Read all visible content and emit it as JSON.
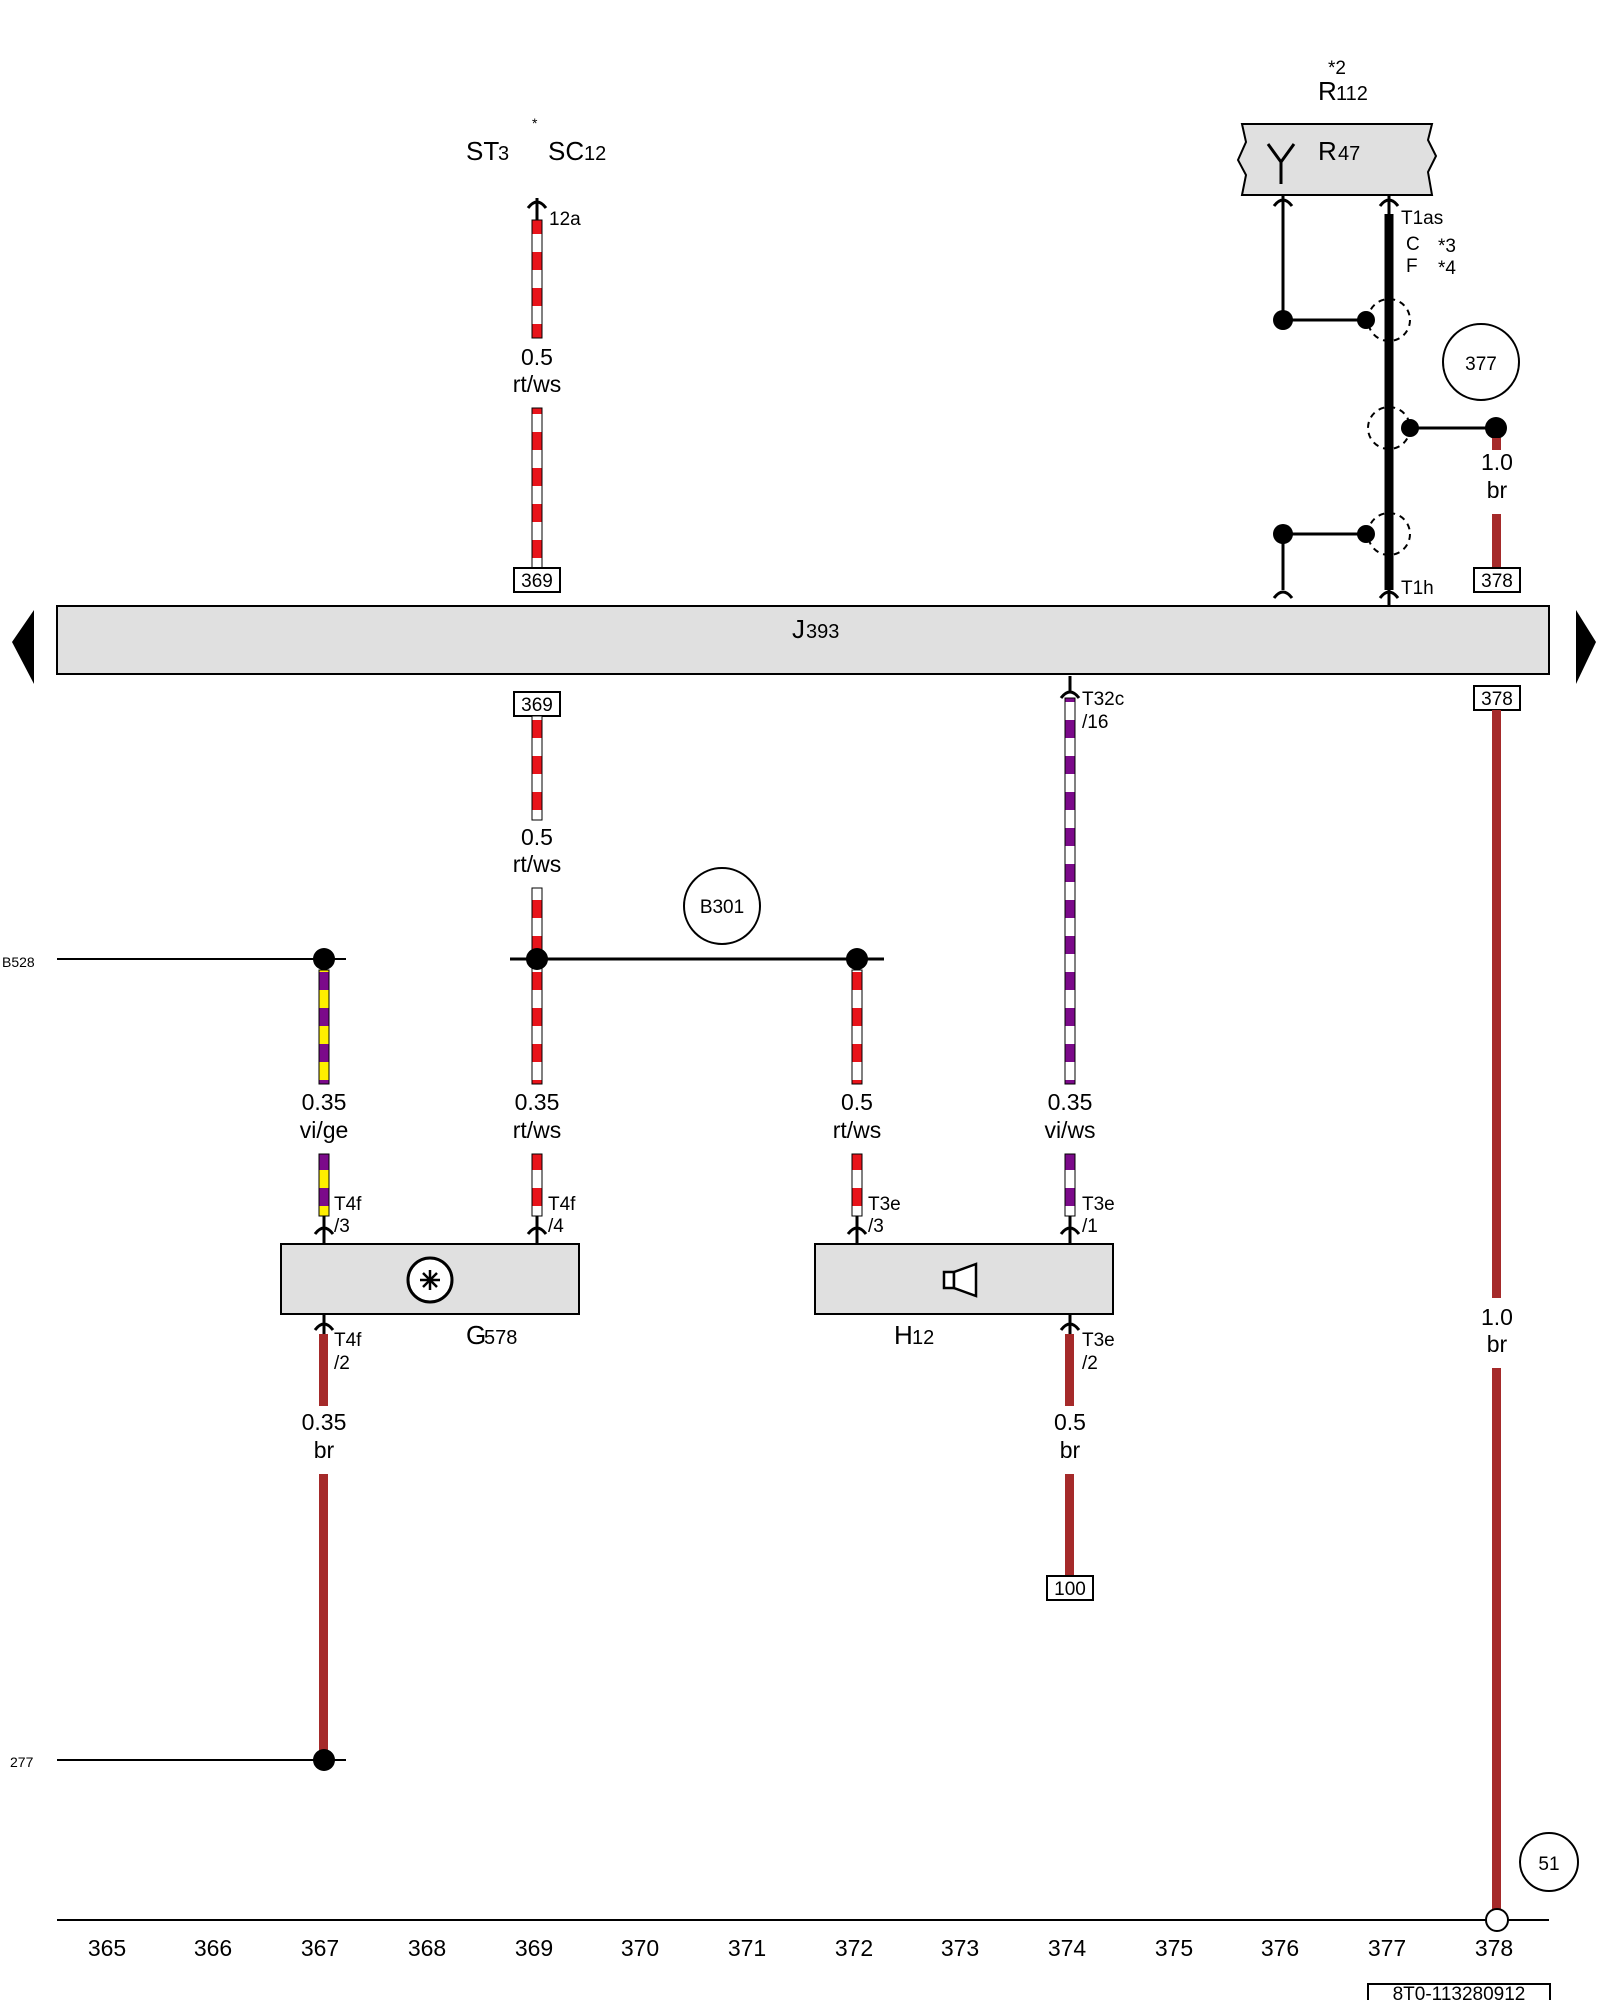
{
  "components": {
    "st3_main": "ST",
    "st3_sub": "3",
    "sc12_star": "*",
    "sc12_main": "SC",
    "sc12_sub": "12",
    "r112_note": "*2",
    "r112_main": "R",
    "r112_sub": "112",
    "r47_main": "R",
    "r47_sub": "47",
    "j393_main": "J",
    "j393_sub": "393",
    "g578_main": "G",
    "g578_sub": "578",
    "h12_main": "H",
    "h12_sub": "12"
  },
  "connectors": {
    "c12a": "12a",
    "t1as": "T1as",
    "c_letter": "C",
    "f_letter": "F",
    "note3": "*3",
    "note4": "*4",
    "t1h": "T1h",
    "t32c": "T32c",
    "t32c_pin": "/16",
    "t4f_a": "T4f",
    "t4f_a_pin": "/3",
    "t4f_b": "T4f",
    "t4f_b_pin": "/4",
    "t4f_c": "T4f",
    "t4f_c_pin": "/2",
    "t3e_a": "T3e",
    "t3e_a_pin": "/3",
    "t3e_b": "T3e",
    "t3e_b_pin": "/1",
    "t3e_c": "T3e",
    "t3e_c_pin": "/2"
  },
  "wires": {
    "w1_size": "0.5",
    "w1_color": "rt/ws",
    "w2_size": "1.0",
    "w2_color": "br",
    "w3_size": "0.5",
    "w3_color": "rt/ws",
    "w4_size": "0.35",
    "w4_color": "vi/ge",
    "w5_size": "0.35",
    "w5_color": "rt/ws",
    "w6_size": "0.5",
    "w6_color": "rt/ws",
    "w7_size": "0.35",
    "w7_color": "vi/ws",
    "w8_size": "1.0",
    "w8_color": "br",
    "w9_size": "0.35",
    "w9_color": "br",
    "w10_size": "0.5",
    "w10_color": "br"
  },
  "refs": {
    "r369_top": "369",
    "r378_top": "378",
    "r369_bot": "369",
    "r378_bot": "378",
    "r100": "100"
  },
  "circles": {
    "c377": "377",
    "b301": "B301",
    "c51": "51"
  },
  "side_labels": {
    "b528": "B528",
    "n277": "277"
  },
  "axis": [
    "365",
    "366",
    "367",
    "368",
    "369",
    "370",
    "371",
    "372",
    "373",
    "374",
    "375",
    "376",
    "377",
    "378"
  ],
  "footer_code": "8T0-113280912",
  "colors": {
    "rt": "#e8141b",
    "ws": "#ffffff",
    "vi": "#7b0a8a",
    "ge": "#ffee00",
    "br": "#a52a2a",
    "module_fill": "#e0e0e0"
  }
}
